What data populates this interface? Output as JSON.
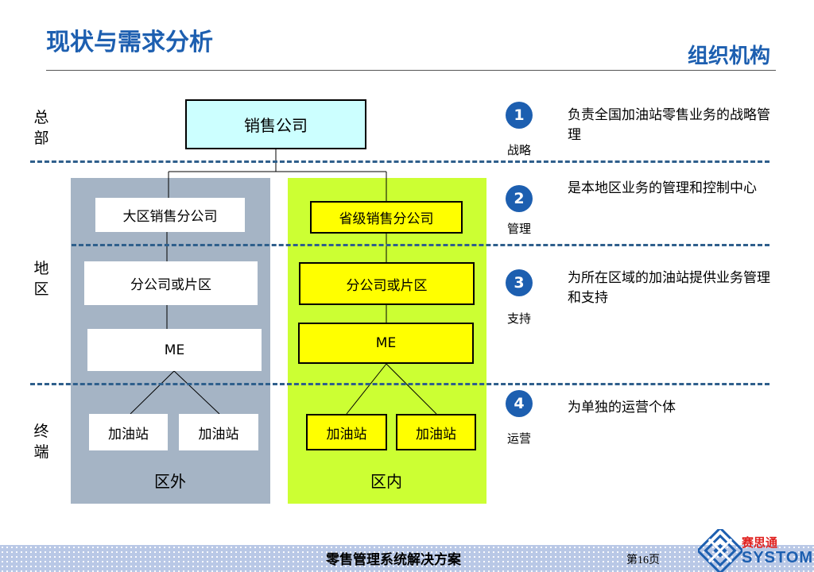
{
  "header": {
    "title": "现状与需求分析",
    "section": "组织机构"
  },
  "levels": {
    "hq": "总部",
    "region": "地区",
    "terminal": "终端"
  },
  "org": {
    "hq_box": "销售公司",
    "outside": {
      "label": "区外",
      "regional": "大区销售分公司",
      "branch": "分公司或片区",
      "me": "ME",
      "station_1": "加油站",
      "station_2": "加油站"
    },
    "inside": {
      "label": "区内",
      "regional": "省级销售分公司",
      "branch": "分公司或片区",
      "me": "ME",
      "station_1": "加油站",
      "station_2": "加油站"
    }
  },
  "roles": [
    {
      "number": "1",
      "name": "战略",
      "desc": "负责全国加油站零售业务的战略管理"
    },
    {
      "number": "2",
      "name": "管理",
      "desc": "是本地区业务的管理和控制中心"
    },
    {
      "number": "3",
      "name": "支持",
      "desc": "为所在区域的加油站提供业务管理和支持"
    },
    {
      "number": "4",
      "name": "运营",
      "desc": "为单独的运营个体"
    }
  ],
  "footer": {
    "title": "零售管理系统解决方案",
    "page": "第16页"
  },
  "logo": {
    "cn": "赛思通",
    "en": "SYSTOM"
  },
  "colors": {
    "accent": "#1d5fb0",
    "outside_panel": "#a5b4c5",
    "inside_panel": "#ccff33",
    "box_yellow": "#ffff00",
    "hq_box": "#ccffff"
  }
}
